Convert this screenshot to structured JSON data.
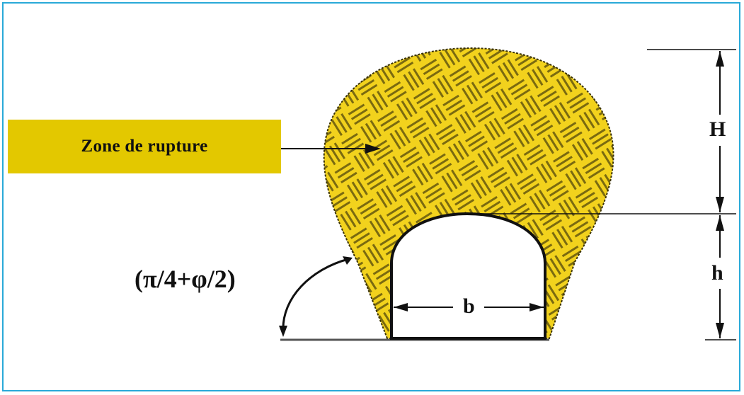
{
  "diagram": {
    "zone_label": "Zone de rupture",
    "angle_label": "(π/4+φ/2)",
    "height_upper_label": "H",
    "height_lower_label": "h",
    "width_label": "b"
  },
  "colors": {
    "frame_border": "#29a9d8",
    "fill": "#f2d21d",
    "hatch": "#7a6a10",
    "label_box": "#e3c800",
    "ink": "#111111"
  }
}
